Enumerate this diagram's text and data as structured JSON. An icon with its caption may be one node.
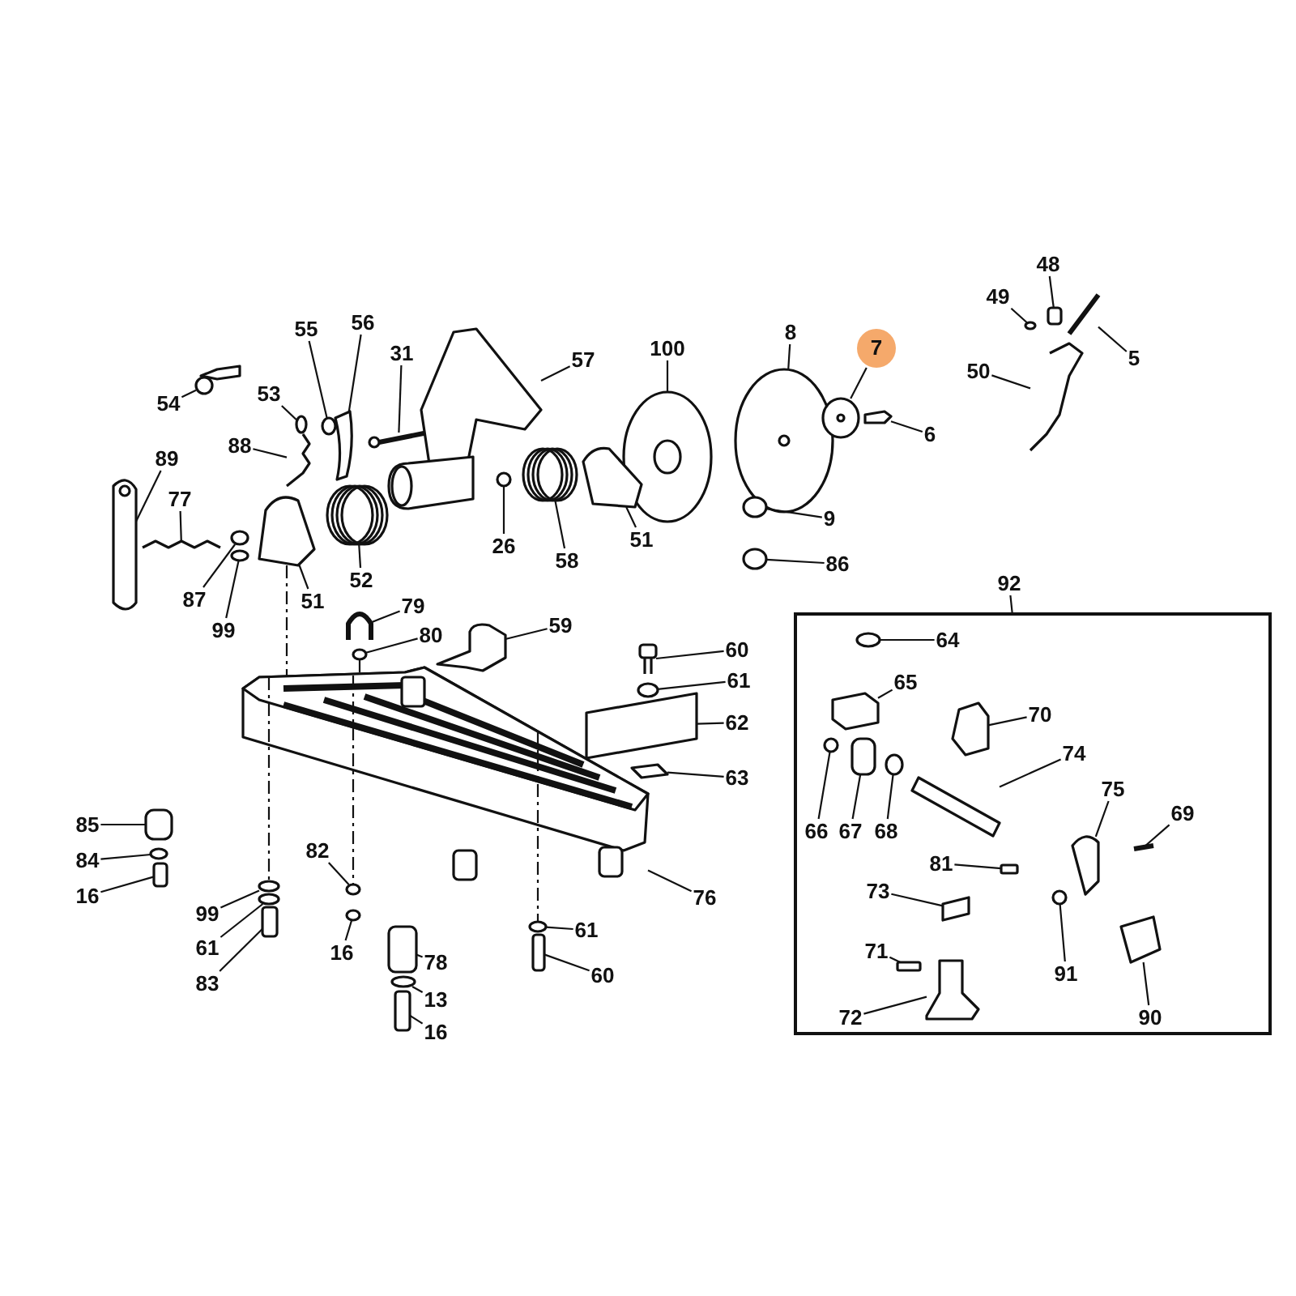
{
  "diagram": {
    "nodes": [
      {
        "text": [
          "54"
        ]
      },
      {
        "text": [
          "55"
        ]
      },
      {
        "text": [
          "56"
        ]
      },
      {
        "text": [
          "31"
        ]
      },
      {
        "text": [
          "53"
        ]
      },
      {
        "text": [
          "88"
        ]
      },
      {
        "text": [
          "89"
        ]
      },
      {
        "text": [
          "77"
        ]
      },
      {
        "text": [
          "57"
        ]
      },
      {
        "text": [
          "100"
        ]
      },
      {
        "text": [
          "8"
        ]
      },
      {
        "text": [
          "7"
        ]
      },
      {
        "text": [
          "6"
        ]
      },
      {
        "text": [
          "48"
        ]
      },
      {
        "text": [
          "49"
        ]
      },
      {
        "text": [
          "5"
        ]
      },
      {
        "text": [
          "50"
        ]
      },
      {
        "text": [
          "26"
        ]
      },
      {
        "text": [
          "58"
        ]
      },
      {
        "text": [
          "51"
        ]
      },
      {
        "text": [
          "52"
        ]
      },
      {
        "text": [
          "51"
        ]
      },
      {
        "text": [
          "87"
        ]
      },
      {
        "text": [
          "99"
        ]
      },
      {
        "text": [
          "9"
        ]
      },
      {
        "text": [
          "86"
        ]
      },
      {
        "text": [
          "92"
        ]
      },
      {
        "text": [],
        "shape": "box"
      },
      {
        "text": [
          "79"
        ]
      },
      {
        "text": [
          "80"
        ]
      },
      {
        "text": [
          "59"
        ]
      },
      {
        "text": [
          "60"
        ]
      },
      {
        "text": [
          "61"
        ]
      },
      {
        "text": [
          "62"
        ]
      },
      {
        "text": [
          "63"
        ]
      },
      {
        "text": [
          "85"
        ]
      },
      {
        "text": [
          "84"
        ]
      },
      {
        "text": [
          "16"
        ]
      },
      {
        "text": [
          "99"
        ]
      },
      {
        "text": [
          "61"
        ]
      },
      {
        "text": [
          "83"
        ]
      },
      {
        "text": [
          "82"
        ]
      },
      {
        "text": [
          "16"
        ]
      },
      {
        "text": [
          "76"
        ]
      },
      {
        "text": [
          "78"
        ]
      },
      {
        "text": [
          "13"
        ]
      },
      {
        "text": [
          "16"
        ]
      },
      {
        "text": [
          "61"
        ]
      },
      {
        "text": [
          "60"
        ]
      },
      {
        "text": [
          "64"
        ],
        "in": 27
      },
      {
        "text": [
          "65"
        ],
        "in": 27
      },
      {
        "text": [
          "70"
        ],
        "in": 27
      },
      {
        "text": [
          "74"
        ],
        "in": 27
      },
      {
        "text": [
          "75"
        ],
        "in": 27
      },
      {
        "text": [
          "69"
        ],
        "in": 27
      },
      {
        "text": [
          "66"
        ],
        "in": 27
      },
      {
        "text": [
          "67"
        ],
        "in": 27
      },
      {
        "text": [
          "68"
        ],
        "in": 27
      },
      {
        "text": [
          "81"
        ],
        "in": 27
      },
      {
        "text": [
          "73"
        ],
        "in": 27
      },
      {
        "text": [
          "91"
        ],
        "in": 27
      },
      {
        "text": [
          "71"
        ],
        "in": 27
      },
      {
        "text": [
          "72"
        ],
        "in": 27
      },
      {
        "text": [
          "90"
        ],
        "in": 27
      },
      {
        "text": [],
        "shape": "picture"
      },
      {
        "text": [],
        "shape": "circle"
      },
      {
        "text": [],
        "shape": "box"
      },
      {
        "text": [],
        "shape": "picture"
      },
      {
        "text": [],
        "shape": "circle"
      },
      {
        "text": [],
        "shape": "picture"
      },
      {
        "text": [],
        "shape": "picture"
      },
      {
        "text": [],
        "shape": "picture"
      },
      {
        "text": [],
        "shape": "picture"
      },
      {
        "text": [],
        "shape": "picture"
      },
      {
        "text": [],
        "shape": "picture"
      },
      {
        "text": [],
        "shape": "picture"
      },
      {
        "text": [],
        "shape": "box"
      },
      {
        "text": [],
        "shape": "box"
      },
      {
        "text": [],
        "shape": "circle"
      },
      {
        "text": [],
        "shape": "bar"
      },
      {
        "text": [],
        "shape": "picture"
      },
      {
        "text": [],
        "shape": "circle"
      },
      {
        "text": [],
        "shape": "circle"
      },
      {
        "text": [],
        "shape": "box"
      },
      {
        "text": [],
        "shape": "circle"
      },
      {
        "text": [],
        "shape": "box"
      },
      {
        "text": [],
        "shape": "circle"
      },
      {
        "text": [],
        "shape": "circle"
      },
      {
        "text": [],
        "shape": "circle"
      },
      {
        "text": [],
        "shape": "circle"
      },
      {
        "text": [],
        "shape": "picture"
      },
      {
        "text": [],
        "shape": "circle"
      },
      {
        "text": [],
        "shape": "box"
      },
      {
        "text": [],
        "shape": "picture"
      },
      {
        "text": [],
        "shape": "circle"
      },
      {
        "text": [],
        "shape": "box"
      },
      {
        "text": [],
        "shape": "box"
      },
      {
        "text": [],
        "shape": "box"
      },
      {
        "text": [],
        "shape": "circle"
      },
      {
        "text": [],
        "shape": "box"
      },
      {
        "text": [],
        "shape": "circle"
      },
      {
        "text": [],
        "shape": "circle"
      },
      {
        "text": [],
        "shape": "box"
      },
      {
        "text": [],
        "shape": "circle"
      },
      {
        "text": [],
        "shape": "circle"
      },
      {
        "text": [],
        "shape": "picture"
      },
      {
        "text": [],
        "shape": "box"
      },
      {
        "text": [],
        "shape": "circle"
      },
      {
        "text": [],
        "shape": "box"
      },
      {
        "text": [],
        "shape": "circle"
      },
      {
        "text": [],
        "shape": "box"
      },
      {
        "text": [],
        "shape": "circle",
        "in": 27
      },
      {
        "text": [],
        "shape": "box",
        "in": 27
      },
      {
        "text": [],
        "shape": "box",
        "in": 27
      },
      {
        "text": [],
        "shape": "box",
        "in": 27
      },
      {
        "text": [],
        "shape": "box",
        "in": 27
      },
      {
        "text": [],
        "shape": "bar",
        "in": 27
      },
      {
        "text": [],
        "shape": "circle",
        "in": 27
      },
      {
        "text": [],
        "shape": "box",
        "in": 27
      },
      {
        "text": [],
        "shape": "circle",
        "in": 27
      },
      {
        "text": [],
        "shape": "box",
        "in": 27
      },
      {
        "text": [],
        "shape": "box",
        "in": 27
      },
      {
        "text": [],
        "shape": "circle",
        "in": 27
      },
      {
        "text": [],
        "shape": "box",
        "in": 27
      },
      {
        "text": [],
        "shape": "box",
        "in": 27
      },
      {
        "text": [],
        "shape": "box",
        "in": 27
      }
    ],
    "edges": [
      {
        "from": 0,
        "to": 64,
        "arrow": "none"
      },
      {
        "from": 1,
        "to": 65,
        "arrow": "none"
      },
      {
        "from": 2,
        "to": 66,
        "arrow": "none"
      },
      {
        "from": 3,
        "to": 67,
        "arrow": "none"
      },
      {
        "from": 4,
        "to": 68,
        "arrow": "none"
      },
      {
        "from": 5,
        "to": 69,
        "arrow": "none"
      },
      {
        "from": 6,
        "to": 70,
        "arrow": "none"
      },
      {
        "from": 7,
        "to": 71,
        "arrow": "none"
      },
      {
        "from": 8,
        "to": 72,
        "arrow": "none"
      },
      {
        "from": 9,
        "to": 73,
        "arrow": "none"
      },
      {
        "from": 10,
        "to": 74,
        "arrow": "none"
      },
      {
        "from": 11,
        "to": 75,
        "arrow": "none"
      },
      {
        "from": 12,
        "to": 76,
        "arrow": "none"
      },
      {
        "from": 13,
        "to": 77,
        "arrow": "none"
      },
      {
        "from": 14,
        "to": 78,
        "arrow": "none"
      },
      {
        "from": 15,
        "to": 79,
        "arrow": "none"
      },
      {
        "from": 16,
        "to": 80,
        "arrow": "none"
      },
      {
        "from": 17,
        "to": 81,
        "arrow": "none"
      },
      {
        "from": 18,
        "to": 82,
        "arrow": "none"
      },
      {
        "from": 19,
        "to": 83,
        "arrow": "none"
      },
      {
        "from": 20,
        "to": 84,
        "arrow": "none"
      },
      {
        "from": 21,
        "to": 85,
        "arrow": "none"
      },
      {
        "from": 22,
        "to": 86,
        "arrow": "none"
      },
      {
        "from": 23,
        "to": 87,
        "arrow": "none"
      },
      {
        "from": 24,
        "to": 88,
        "arrow": "none"
      },
      {
        "from": 25,
        "to": 89,
        "arrow": "none"
      },
      {
        "from": 26,
        "to": 27,
        "arrow": "none"
      },
      {
        "from": 28,
        "to": 90,
        "arrow": "none"
      },
      {
        "from": 29,
        "to": 91,
        "arrow": "none"
      },
      {
        "from": 30,
        "to": 92,
        "arrow": "none"
      },
      {
        "from": 31,
        "to": 93,
        "arrow": "none"
      },
      {
        "from": 32,
        "to": 94,
        "arrow": "none"
      },
      {
        "from": 33,
        "to": 95,
        "arrow": "none"
      },
      {
        "from": 34,
        "to": 96,
        "arrow": "none"
      },
      {
        "from": 35,
        "to": 97,
        "arrow": "none"
      },
      {
        "from": 36,
        "to": 98,
        "arrow": "none"
      },
      {
        "from": 37,
        "to": 99,
        "arrow": "none"
      },
      {
        "from": 38,
        "to": 100,
        "arrow": "none"
      },
      {
        "from": 39,
        "to": 101,
        "arrow": "none"
      },
      {
        "from": 40,
        "to": 102,
        "arrow": "none"
      },
      {
        "from": 41,
        "to": 103,
        "arrow": "none"
      },
      {
        "from": 42,
        "to": 104,
        "arrow": "none"
      },
      {
        "from": 43,
        "to": 105,
        "arrow": "none"
      },
      {
        "from": 44,
        "to": 106,
        "arrow": "none"
      },
      {
        "from": 45,
        "to": 107,
        "arrow": "none"
      },
      {
        "from": 46,
        "to": 108,
        "arrow": "none"
      },
      {
        "from": 47,
        "to": 109,
        "arrow": "none"
      },
      {
        "from": 48,
        "to": 110,
        "arrow": "none"
      },
      {
        "from": 49,
        "to": 111,
        "arrow": "none"
      },
      {
        "from": 50,
        "to": 112,
        "arrow": "none"
      },
      {
        "from": 51,
        "to": 113,
        "arrow": "none"
      },
      {
        "from": 52,
        "to": 114,
        "arrow": "none"
      },
      {
        "from": 53,
        "to": 115,
        "arrow": "none"
      },
      {
        "from": 54,
        "to": 116,
        "arrow": "none"
      },
      {
        "from": 55,
        "to": 117,
        "arrow": "none"
      },
      {
        "from": 56,
        "to": 118,
        "arrow": "none"
      },
      {
        "from": 57,
        "to": 119,
        "arrow": "none"
      },
      {
        "from": 58,
        "to": 120,
        "arrow": "none"
      },
      {
        "from": 59,
        "to": 121,
        "arrow": "none"
      },
      {
        "from": 60,
        "to": 122,
        "arrow": "none"
      },
      {
        "from": 61,
        "to": 123,
        "arrow": "none"
      },
      {
        "from": 62,
        "to": 124,
        "arrow": "none"
      },
      {
        "from": 63,
        "to": 125,
        "arrow": "none"
      },
      {
        "from": 85,
        "to": 105,
        "arrow": "none",
        "style": "dashed"
      },
      {
        "from": 105,
        "to": 100,
        "arrow": "none",
        "style": "dashed"
      },
      {
        "from": 91,
        "to": 105,
        "arrow": "none",
        "style": "dashed"
      },
      {
        "from": 105,
        "to": 103,
        "arrow": "none",
        "style": "dashed"
      },
      {
        "from": 105,
        "to": 109,
        "arrow": "none",
        "style": "dashed"
      }
    ]
  }
}
